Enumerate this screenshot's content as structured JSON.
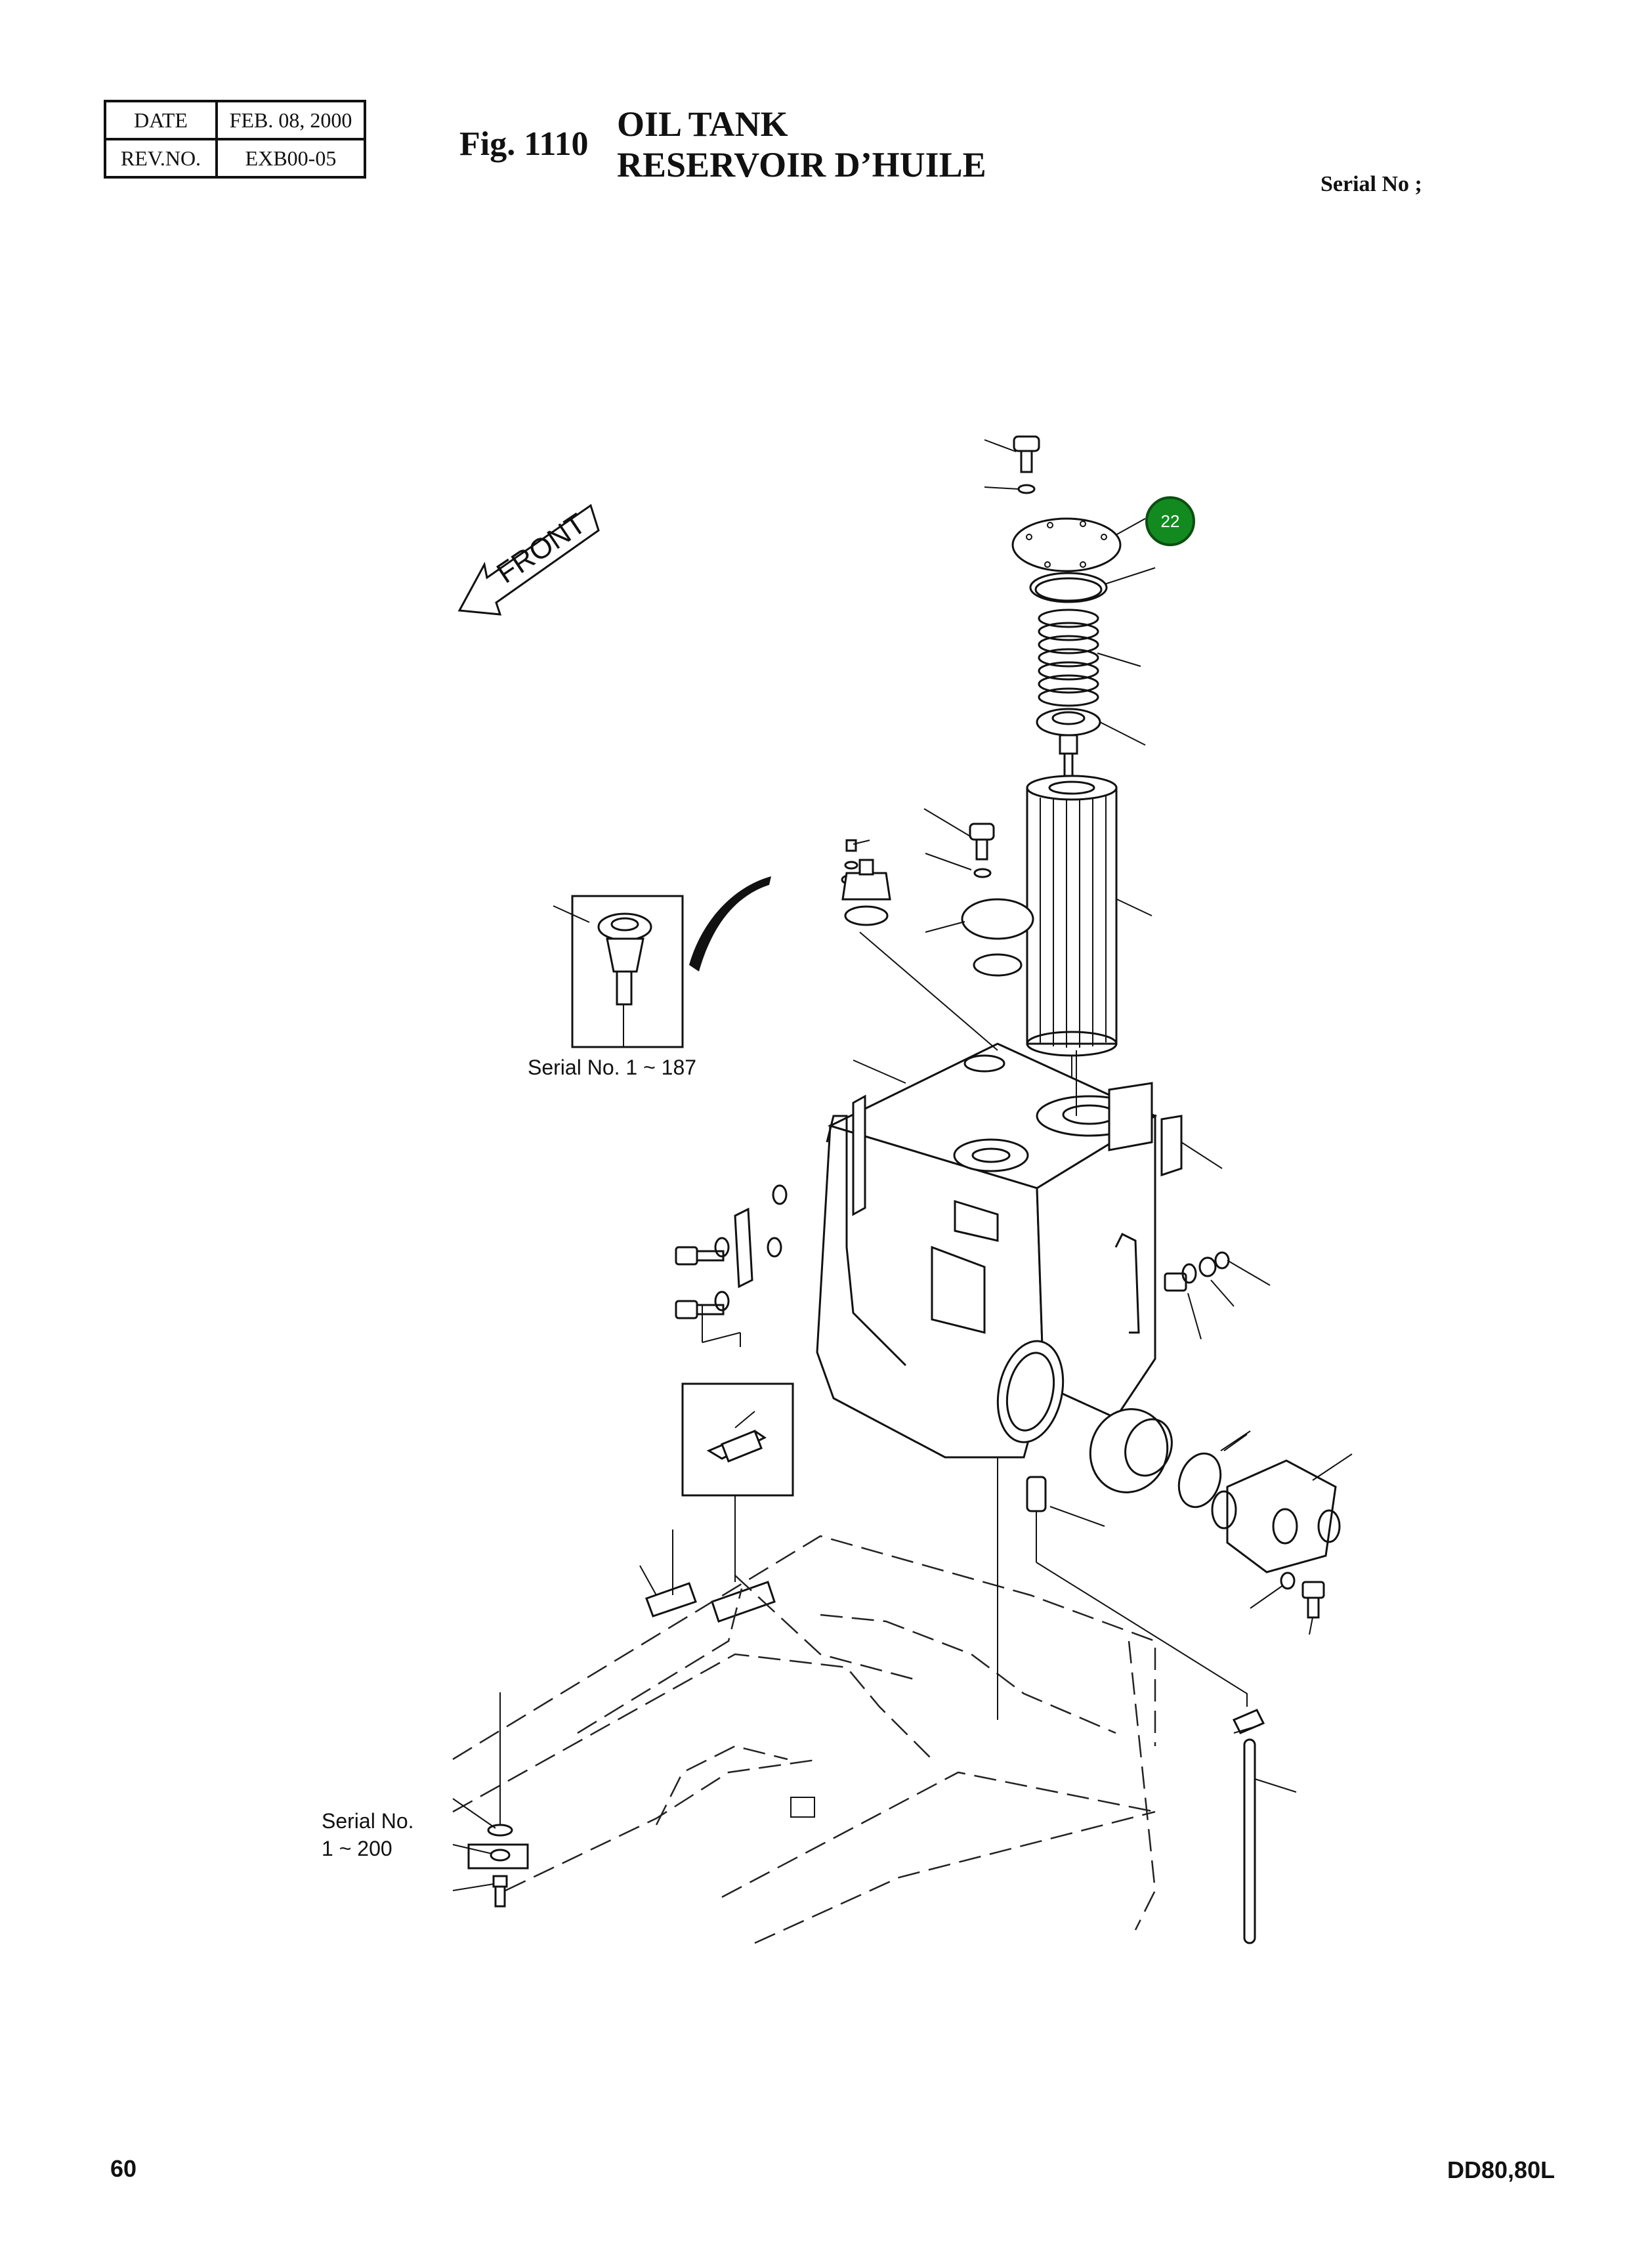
{
  "header": {
    "date_label": "DATE",
    "date_value": "FEB. 08, 2000",
    "rev_label": "REV.NO.",
    "rev_value": "EXB00-05",
    "figure_number": "Fig. 1110",
    "title_en": "OIL TANK",
    "title_fr": "RESERVOIR D’HUILE",
    "serial_label": "Serial No ;"
  },
  "diagram": {
    "front_arrow_label": "FRONT",
    "callout_badge": "22",
    "badge_color": "#138a1f",
    "note_inset_serial": "Serial No. 1 ~ 187",
    "note_bolt_serial_line1": "Serial No.",
    "note_bolt_serial_line2": "1 ~ 200"
  },
  "footer": {
    "page_number": "60",
    "model": "DD80,80L"
  }
}
